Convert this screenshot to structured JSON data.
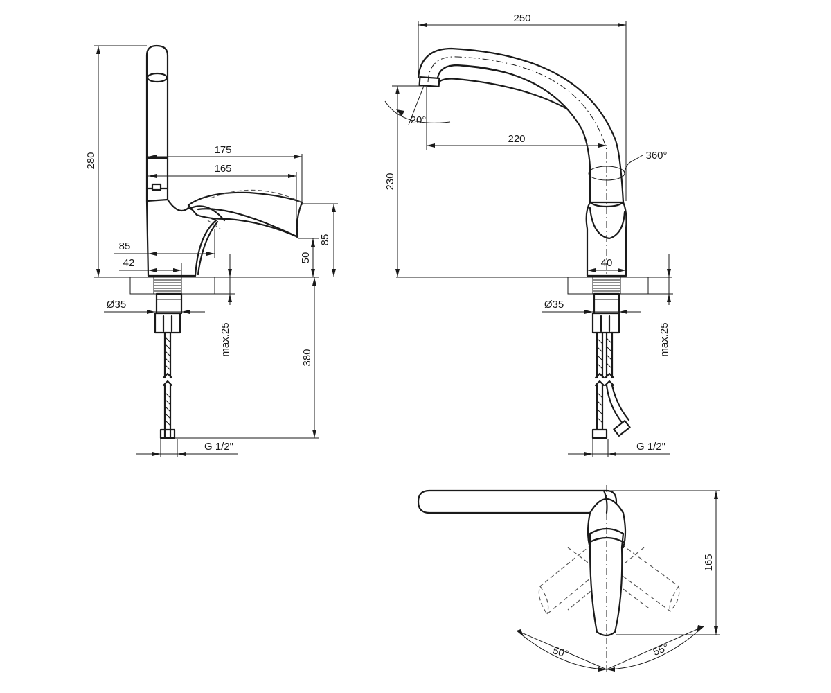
{
  "side_view": {
    "height_280": "280",
    "reach_175": "175",
    "reach_165": "165",
    "base_85": "85",
    "base_42": "42",
    "handle_50": "50",
    "handle_85": "85",
    "hole_dia": "Ø35",
    "max_thickness": "max.25",
    "hose_380": "380",
    "thread": "G 1/2\""
  },
  "front_view": {
    "width_250": "250",
    "reach_220": "220",
    "tilt_angle": "20°",
    "rotation": "360°",
    "height_230": "230",
    "body_40": "40",
    "hole_dia": "Ø35",
    "max_thickness": "max.25",
    "thread": "G 1/2\""
  },
  "top_view": {
    "depth_165": "165",
    "angle_left": "50°",
    "angle_right": "55°"
  }
}
